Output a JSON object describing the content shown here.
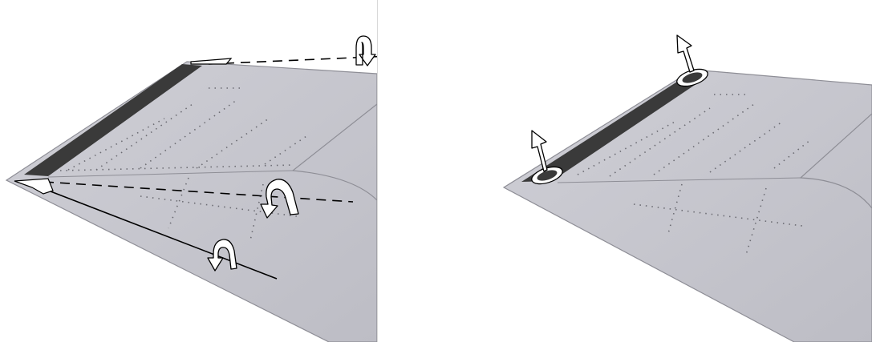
{
  "figure": {
    "panels": [
      {
        "name": "left",
        "surface_color": "#c5c5cd",
        "surface_edge_color": "#8e8e96",
        "strip_color": "#3a3a3a",
        "rivet_color": "#6b6b72",
        "axis_line_color": "#000000",
        "rotation_arrows": 3,
        "axis_lines": 3
      },
      {
        "name": "right",
        "surface_color": "#c5c5cd",
        "surface_edge_color": "#8e8e96",
        "strip_color": "#3a3a3a",
        "rivet_color": "#6b6b72",
        "attachment_points": 2,
        "lift_arrows": 2
      }
    ]
  }
}
